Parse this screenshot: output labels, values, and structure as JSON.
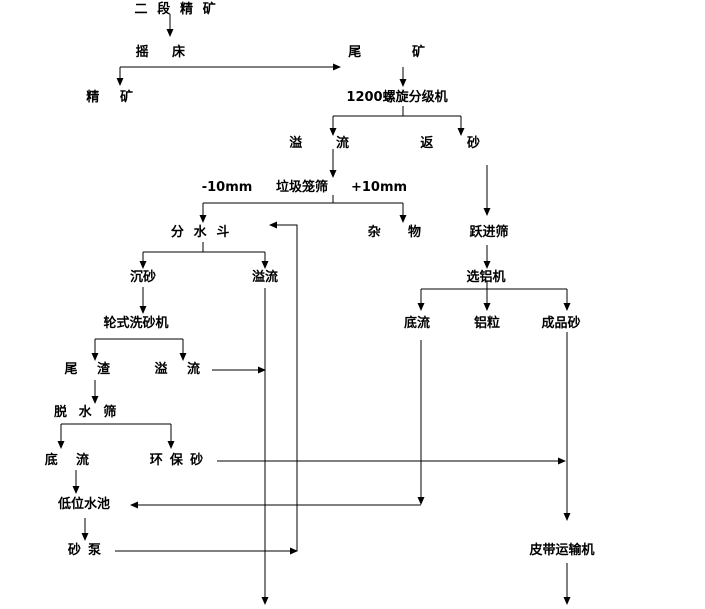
{
  "nodes": {
    "stage2_concentrate": "二段精矿",
    "shaking_table": "摇床",
    "tailings": "尾矿",
    "concentrate": "精矿",
    "spiral_classifier": "1200螺旋分级机",
    "overflow_1": "溢流",
    "return_sand": "返砂",
    "trommel_screen": "垃圾笼筛",
    "minus_10mm": "-10mm",
    "plus_10mm": "+10mm",
    "distribution_box": "分水斗",
    "debris": "杂物",
    "jig_screen": "跃进筛",
    "settled_sand": "沉砂",
    "overflow_2": "溢流",
    "aluminum_separator": "选铝机",
    "wheel_sand_washer": "轮式洗砂机",
    "bottom_flow_1": "底流",
    "aluminum_grains": "铝粒",
    "finished_sand": "成品砂",
    "tailing_residue": "尾渣",
    "overflow_3": "溢流",
    "dewatering_screen": "脱水筛",
    "bottom_flow_2": "底流",
    "eco_sand": "环保砂",
    "low_water_tank": "低位水池",
    "sand_pump": "砂泵",
    "belt_conveyor": "皮带运输机"
  }
}
